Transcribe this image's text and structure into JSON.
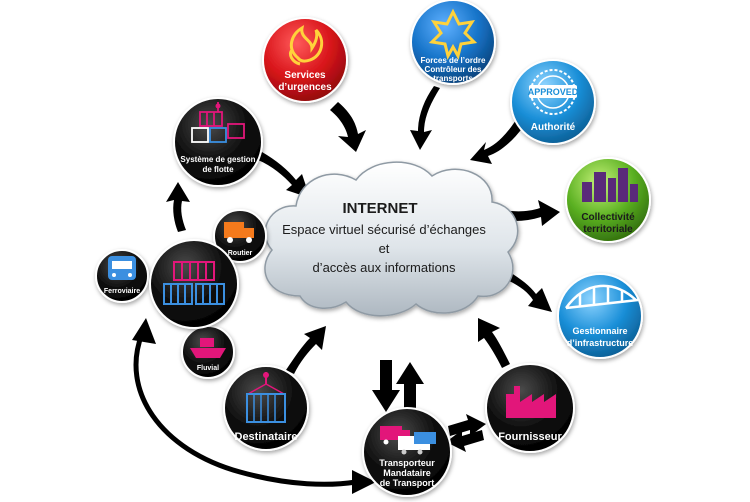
{
  "cloud": {
    "title": "INTERNET",
    "line1": "Espace virtuel sécurisé d’échanges",
    "line2": "et",
    "line3": "d’accès aux informations"
  },
  "nodes": {
    "services": {
      "l1": "Services",
      "l2": "d’urgences",
      "color": "#d8141a"
    },
    "forces": {
      "l1": "Forces de l’ordre",
      "l2": "Contrôleur des",
      "l3": "transports",
      "color": "#1573c8"
    },
    "autorite": {
      "label": "Authorité",
      "badge": "APPROVED",
      "color": "#1a8fd8"
    },
    "collectivite": {
      "l1": "Collectivité",
      "l2": "territoriale",
      "color": "#5ab021"
    },
    "gestionnaire": {
      "l1": "Gestionnaire",
      "l2": "d’infrastructure",
      "color": "#1a8fd8"
    },
    "fournisseur": {
      "label": "Fournisseur",
      "color": "#111111"
    },
    "transporteur": {
      "l1": "Transporteur",
      "l2": "Mandataire",
      "l3": "de Transport",
      "color": "#111111"
    },
    "destinataire": {
      "label": "Destinataire",
      "color": "#111111"
    },
    "fluvial": {
      "label": "Fluvial",
      "color": "#111111"
    },
    "ferroviaire": {
      "label": "Ferroviaire",
      "color": "#111111"
    },
    "routier": {
      "label": "Routier",
      "color": "#111111"
    },
    "flotte": {
      "l1": "Système de gestion",
      "l2": "de flotte",
      "color": "#111111"
    }
  },
  "accent": "#e2147a"
}
